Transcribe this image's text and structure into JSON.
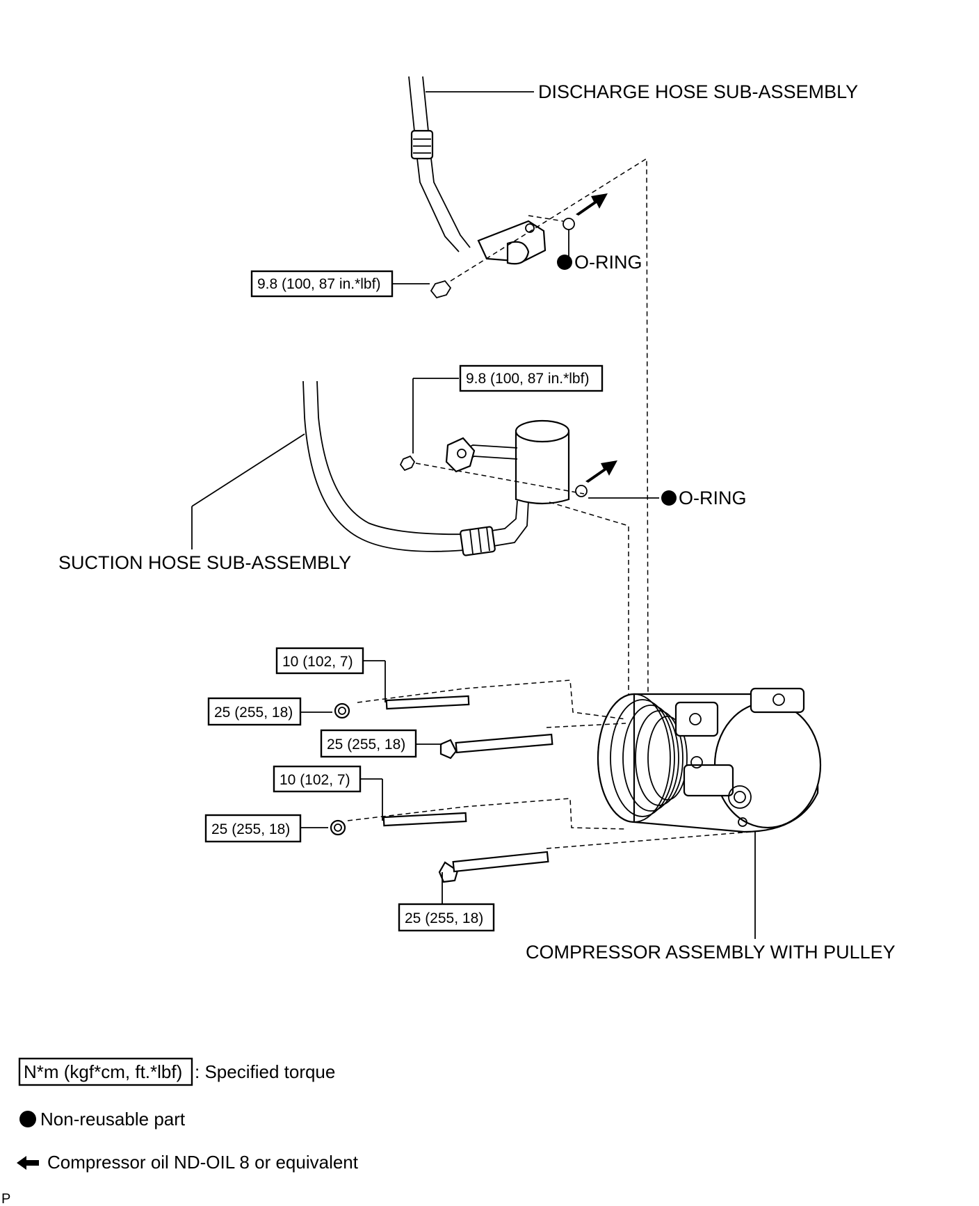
{
  "parts": {
    "discharge_hose": "DISCHARGE HOSE SUB-ASSEMBLY",
    "suction_hose": "SUCTION HOSE SUB-ASSEMBLY",
    "compressor": "COMPRESSOR ASSEMBLY WITH PULLEY",
    "o_ring_upper": "O-RING",
    "o_ring_lower": "O-RING"
  },
  "torques": {
    "discharge_bolt": "9.8 (100, 87 in.*lbf)",
    "suction_bolt": "9.8 (100, 87 in.*lbf)",
    "stud_upper": "10 (102, 7)",
    "nut_upper": "25 (255, 18)",
    "bolt_upper": "25 (255, 18)",
    "stud_lower": "10 (102, 7)",
    "nut_lower": "25 (255, 18)",
    "bolt_lower": "25 (255, 18)"
  },
  "legend": {
    "torque_box": "N*m (kgf*cm, ft.*lbf)",
    "torque_desc": ": Specified torque",
    "nonreusable_desc": "Non-reusable part",
    "oil_desc": "Compressor oil ND-OIL 8 or equivalent"
  },
  "corner_mark": "P"
}
